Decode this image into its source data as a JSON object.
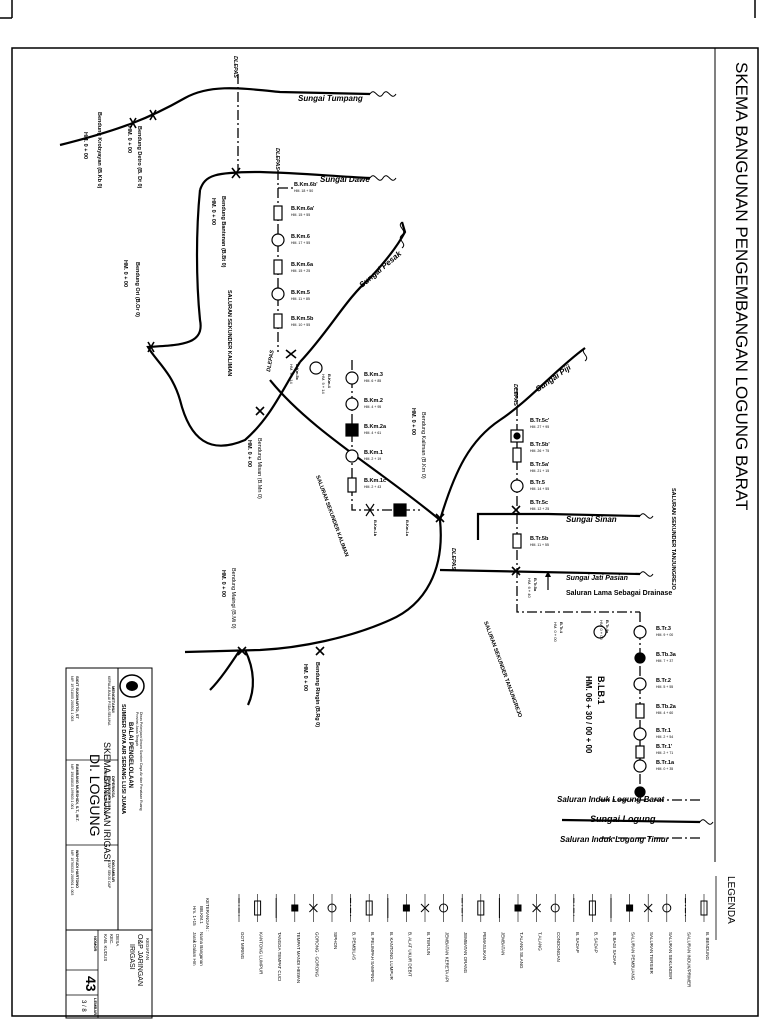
{
  "sheet": {
    "title": "SKEMA BANGUNAN PENGEMBANGAN LOGUNG BARAT"
  },
  "rivers": {
    "tumpang": "Sungai Tumpang",
    "dawe": "Sungai Dawe",
    "pesak": "Sungai Pesak",
    "piji": "Sungai Piji",
    "sinan": "Sungai Sinan",
    "jati_pasian": "Sungai Jati Pasian",
    "logung": "Sungai Logung"
  },
  "canals": {
    "lama_drainase": "Saluran Lama Sebagai Drainase",
    "induk_barat": "Saluran Induk Logung Barat",
    "induk_timur": "Saluran Induk Logung Timur",
    "sekunder_kaliman_1": "SALURAN SEKUNDER KALIMAN",
    "sekunder_kaliman_2": "SALURAN SEKUNDER KALIMAN",
    "sekunder_tanjungrejo_1": "SALURAN SEKUNDER TANJUNGREJO",
    "sekunder_tanjungrejo_2": "SALURAN SEKUNDER TANJUNGREJO"
  },
  "weirs": {
    "kirana": "Bendung Krobyayan (B.Kb 0)",
    "detro": "Bendung Detro (B. Dt 0)",
    "bantenan": "Bendung Bantenan (B.Bt 0)",
    "ori": "Bendung Ori (B.Or 0)",
    "kaliman": "Bendung Kaliman (B.Km 0)",
    "maingi": "Bendung Maingi (B.Mi 0)",
    "ringin": "Bendung Ringin (B.Rg 0)",
    "misan": "Bendung Misan (B.Mn 0)",
    "hm": "HM. 0 + 00",
    "hm_short": "HM. 0 + 00"
  },
  "dlepas": "DLEPAS",
  "blb1": {
    "code": "B.LB.1",
    "hm": "HM. 06 + 30 / 00 + 00"
  },
  "structures_left": [
    {
      "code": "B.Km.6b'",
      "hm": "HM. 18 + 50"
    },
    {
      "code": "B.Km.6a'",
      "hm": "HM. 15 + 55"
    },
    {
      "code": "B.Km.6",
      "hm": "HM. 17 + 55"
    },
    {
      "code": "B.Km.6a",
      "hm": "HM. 15 + 25"
    },
    {
      "code": "B.Km.5",
      "hm": "HM. 11 + 85"
    },
    {
      "code": "B.Km.5b",
      "hm": "HM. 10 + 55"
    }
  ],
  "structures_kaliman": [
    {
      "code": "B.Km.3",
      "hm": "HM. 6 + 85"
    },
    {
      "code": "B.Km.2",
      "hm": "HM. 4 + 95"
    },
    {
      "code": "B.Km.2a",
      "hm": "HM. 4 + 61"
    },
    {
      "code": "B.Km.1",
      "hm": "HM. 2 + 19"
    },
    {
      "code": "B.Km.1c",
      "hm": "HM. 2 + 43"
    }
  ],
  "structures_tanjungrejo": [
    {
      "code": "B.Tr.5c'",
      "hm": "HM. 27 + 95"
    },
    {
      "code": "B.Tr.5b'",
      "hm": "HM. 26 + 75"
    },
    {
      "code": "B.Tr.5a'",
      "hm": "HM. 21 + 15"
    },
    {
      "code": "B.Tr.5",
      "hm": "HM. 14 + 55"
    },
    {
      "code": "B.Tr.5c",
      "hm": "HM. 12 + 25"
    },
    {
      "code": "B.Tr.5b",
      "hm": "HM. 11 + 55"
    }
  ],
  "structures_right": [
    {
      "code": "B.Tr.3",
      "hm": "HM. 9 + 00"
    },
    {
      "code": "B.Tb.3a",
      "hm": "HM. 7 + 37"
    },
    {
      "code": "B.Tr.2",
      "hm": "HM. 5 + 55"
    },
    {
      "code": "B.Tb.2a",
      "hm": "HM. 4 + 60"
    },
    {
      "code": "B.Tr.1",
      "hm": "HM. 2 + 54"
    },
    {
      "code": "B.Tr.1'",
      "hm": "HM. 2 + 71"
    },
    {
      "code": "B.Tr.1a",
      "hm": "HM. 0 + 35"
    }
  ],
  "small_codes": {
    "km4": "B.Km.4",
    "km4_hm": "HM. 9 + 14",
    "km5c": "B.Km.5c",
    "km5c_hm": "HM. 9 + 14",
    "km1a": "B.Km.1a",
    "km1b": "B.Km.1b",
    "tr4": "B.Tr.4",
    "tr4_hm": "HM. 0 + 00",
    "tr4a": "B.Tr.4a",
    "tr4a_hm": "HM. 0 + 00",
    "tr5a": "B.Tr.5a",
    "tr5a_hm": "HM. 6 + 40"
  },
  "legend": {
    "title": "LEGENDA",
    "items": [
      "B. BENDUNG",
      "SALURAN INDUK/PRIMER",
      "SALURAN SEKUNDER",
      "SALURAN TERSIER",
      "SALURAN PEMBUANG",
      "B. BAGI SADAP",
      "B. SADAP",
      "B. SADAP",
      "CONDONGAN",
      "T.ALANG",
      "T.ALANG SILANG",
      "JEMBATAN",
      "PEMASUKAN",
      "JEMBATAN ORANG",
      "JEMBATAN KERETA API",
      "B. TERJUN",
      "B. ALAT UKUR DEBIT",
      "B. KANTONG LUMPUR",
      "B. PELIMPAH SAMPING",
      "B. PEMBILAS",
      "SIPHON",
      "GORONG - GORONG",
      "TEMPAT MANDI HEWAN",
      "TANGGA TEMPAT CUCI",
      "KANTONG LUMPUR",
      "GOT MIRING"
    ],
    "ket_title": "KETERANGAN :",
    "ket_code": "BB.KM.1",
    "ket_name": "Nama Bangunan",
    "ket_hm": "Hm. 1+15",
    "ket_dist": "Jarak Dalam Hm"
  },
  "titleblock": {
    "dept_line1": "BALAI PENGELOLAAN",
    "dept_line2": "SUMBER DAYA AIR SERANG LUSI JUANA",
    "small_line1": "Dinas Pekerjaan Umum Sumber Daya Air dan Penataan Ruang",
    "small_line2": "Provinsi Jawa Tengah",
    "main_title": "SKEMA BANGUNAN IRIGASI",
    "main_sub": "DI. LOGUNG",
    "kegiatan": "KEGIATAN",
    "opjar1": "O&P JARINGAN",
    "opjar2": "IRIGASI",
    "desa": "DESA",
    "kec": "KEC.",
    "kab": "KAB. KUDUS",
    "sig1_role": "MENGETAHUI",
    "sig1_title": "KEPALA BALAI PSDA SELUNA",
    "sig1_name": "SIGIT SUGIHARTO, ST",
    "sig1_nip": "NIP. 19741005 200501 1 003",
    "sig2_role": "DIPERIKSA",
    "sig2_title": "SUBSIE DIREKTUR",
    "sig2_sub": "OPERASI & PEMELIHARAAN",
    "sig2_name": "BAMBANG MURSHIDI, S.T., M.T.",
    "sig2_nip": "NIP. 19810815 199603 1 001",
    "sig3_role": "DIGAMBAR",
    "sig3_title": "STAF SEKSI O&P",
    "sig3_name": "WAHYUDI HARTONO",
    "sig3_nip": "NIP. 19760315 200901 1 003",
    "nomor_label": "NOMOR",
    "nomor_value": "43",
    "lembar_label": "LEMBAR",
    "lembar_value": "3 / 8"
  }
}
